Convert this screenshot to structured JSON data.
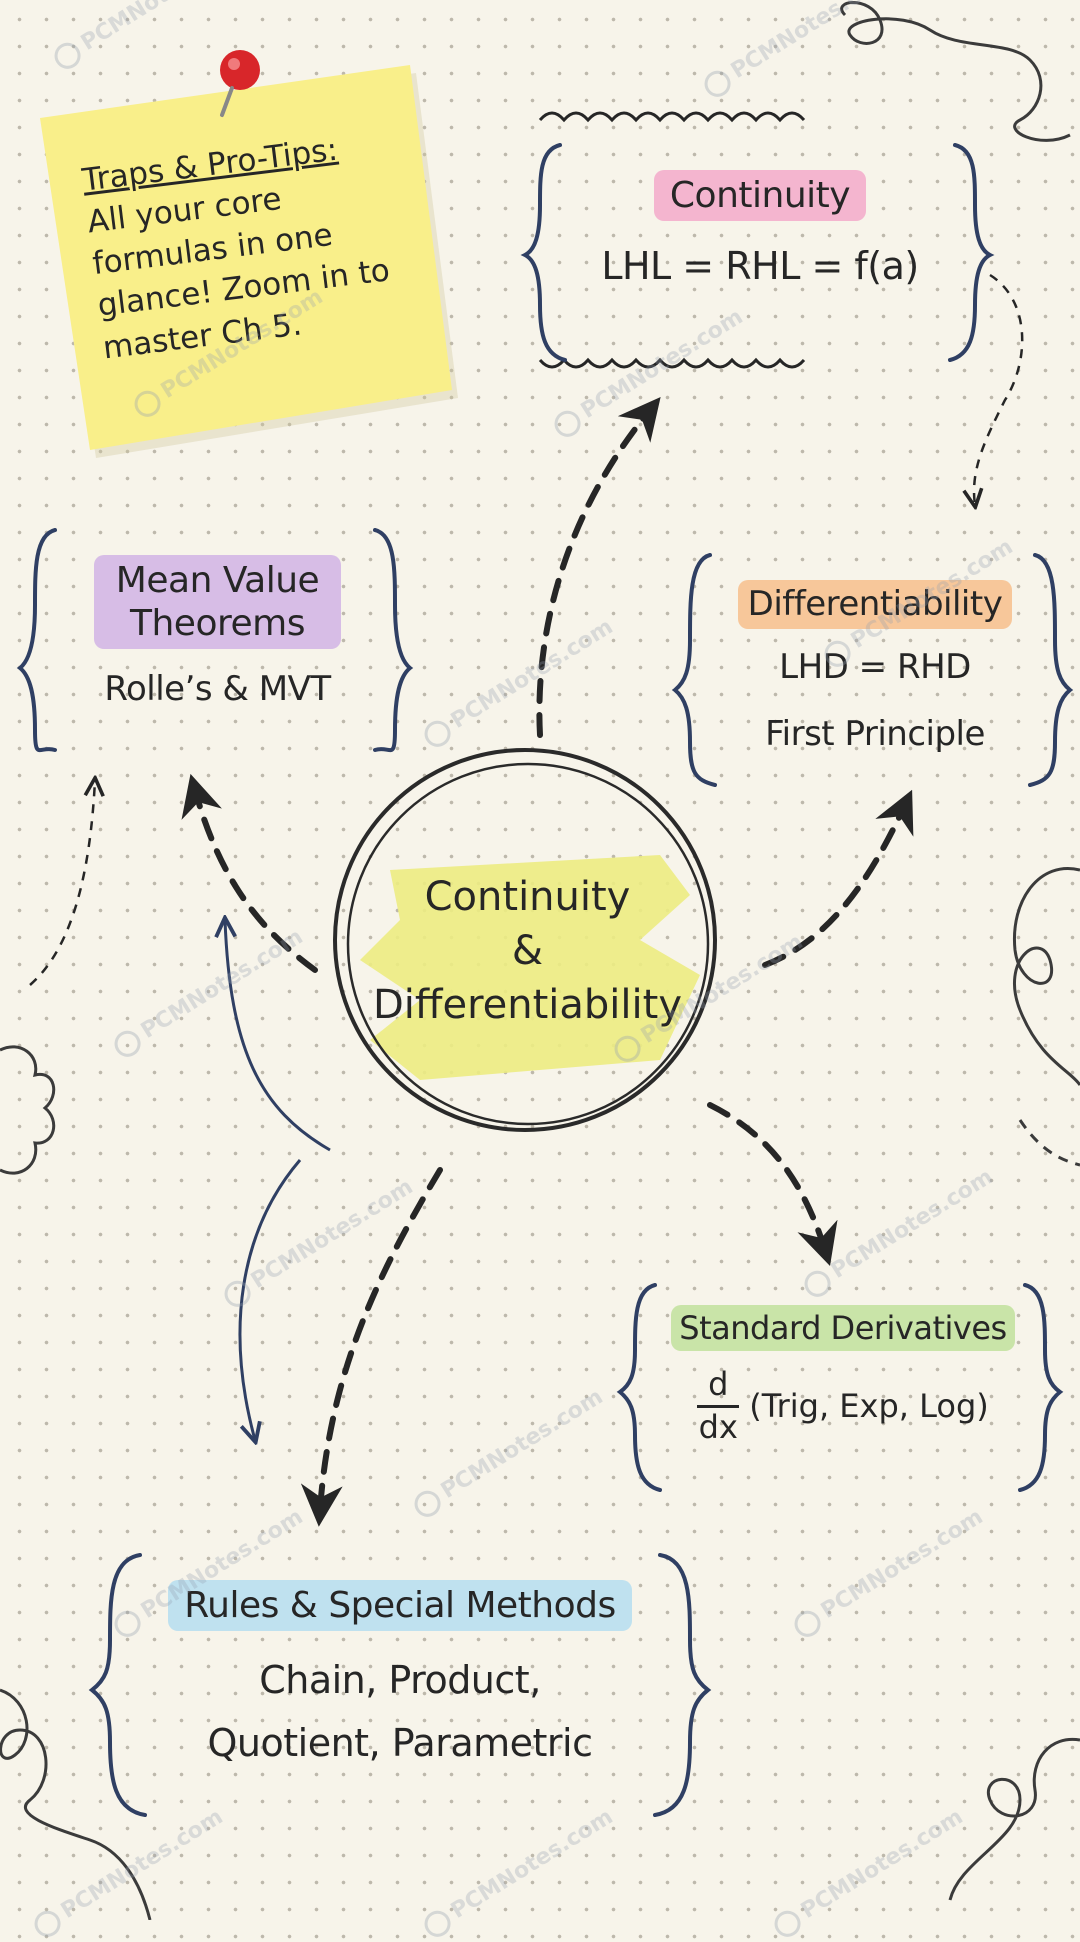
{
  "sticky_note": {
    "heading": "Traps & Pro-Tips:",
    "lines": [
      "All your core",
      "formulas in one",
      "glance! Zoom in to",
      "master Ch 5."
    ]
  },
  "center": {
    "lines": [
      "Continuity",
      "&",
      "Differentiability"
    ]
  },
  "nodes": {
    "continuity": {
      "title": "Continuity",
      "body": "LHL = RHL = f(a)",
      "highlight": "#f4b5cf"
    },
    "mean_value": {
      "title_lines": [
        "Mean Value",
        "Theorems"
      ],
      "body": "Rolle’s & MVT",
      "highlight": "#d7bde6"
    },
    "differentiability": {
      "title": "Differentiability",
      "body_lines": [
        "LHD = RHD",
        "First Principle"
      ],
      "highlight": "#f7c79a"
    },
    "standard_derivatives": {
      "title": "Standard Derivatives",
      "frac_num": "d",
      "frac_den": "dx",
      "body": "(Trig, Exp, Log)",
      "highlight": "#c9e4a8"
    },
    "rules": {
      "title": "Rules & Special Methods",
      "body_lines": [
        "Chain, Product,",
        "Quotient, Parametric"
      ],
      "highlight": "#bfe1ef"
    }
  },
  "colors": {
    "ink": "#262626",
    "brace": "#2f3f63",
    "center_highlight": "#ecec82",
    "sticky": "#f9ef8a",
    "pin": "#d8262a"
  },
  "watermark": {
    "text": "PCMNotes.com"
  }
}
